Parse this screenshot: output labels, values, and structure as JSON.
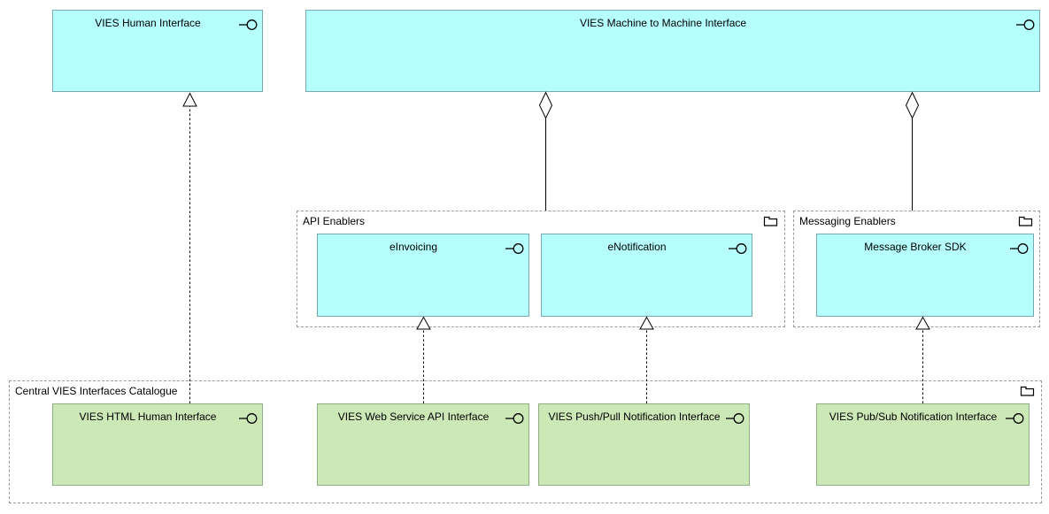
{
  "colors": {
    "application_fill": "#b5ffff",
    "application_border": "#78a8b1",
    "catalogue_fill": "#cce8b6",
    "catalogue_border": "#90ae85",
    "group_border": "#9b9b9b",
    "connector": "#000000",
    "background": "#ffffff",
    "text": "#000000"
  },
  "groups": {
    "api_enablers": {
      "label": "API Enablers"
    },
    "messaging_enablers": {
      "label": "Messaging Enablers"
    },
    "central_catalogue": {
      "label": "Central VIES Interfaces Catalogue"
    }
  },
  "nodes": {
    "vies_human_interface": {
      "label": "VIES Human Interface"
    },
    "vies_m2m_interface": {
      "label": "VIES Machine to Machine Interface"
    },
    "einvoicing": {
      "label": "eInvoicing"
    },
    "enotification": {
      "label": "eNotification"
    },
    "message_broker_sdk": {
      "label": "Message Broker SDK"
    },
    "vies_html_human_interface": {
      "label": "VIES HTML Human Interface"
    },
    "vies_web_service_api_interface": {
      "label": "VIES Web Service API Interface"
    },
    "vies_push_pull_notification_interface": {
      "label": "VIES Push/Pull Notification Interface"
    },
    "vies_pub_sub_notification_interface": {
      "label": "VIES Pub/Sub Notification Interface"
    }
  },
  "icons": {
    "interface_lollipop": "interface-lollipop-icon",
    "grouping_folder": "grouping-folder-icon"
  },
  "relationships": [
    {
      "type": "realization",
      "style": "dotted-hollow-triangle",
      "from": "VIES HTML Human Interface",
      "to": "VIES Human Interface"
    },
    {
      "type": "realization",
      "style": "dotted-hollow-triangle",
      "from": "VIES Web Service API Interface",
      "to": "eInvoicing"
    },
    {
      "type": "realization",
      "style": "dotted-hollow-triangle",
      "from": "VIES Push/Pull Notification Interface",
      "to": "eNotification"
    },
    {
      "type": "realization",
      "style": "dotted-hollow-triangle",
      "from": "VIES Pub/Sub Notification Interface",
      "to": "Message Broker SDK"
    },
    {
      "type": "aggregation",
      "style": "solid-hollow-diamond",
      "from": "VIES Machine to Machine Interface",
      "to": "API Enablers"
    },
    {
      "type": "aggregation",
      "style": "solid-hollow-diamond",
      "from": "VIES Machine to Machine Interface",
      "to": "Messaging Enablers"
    }
  ]
}
